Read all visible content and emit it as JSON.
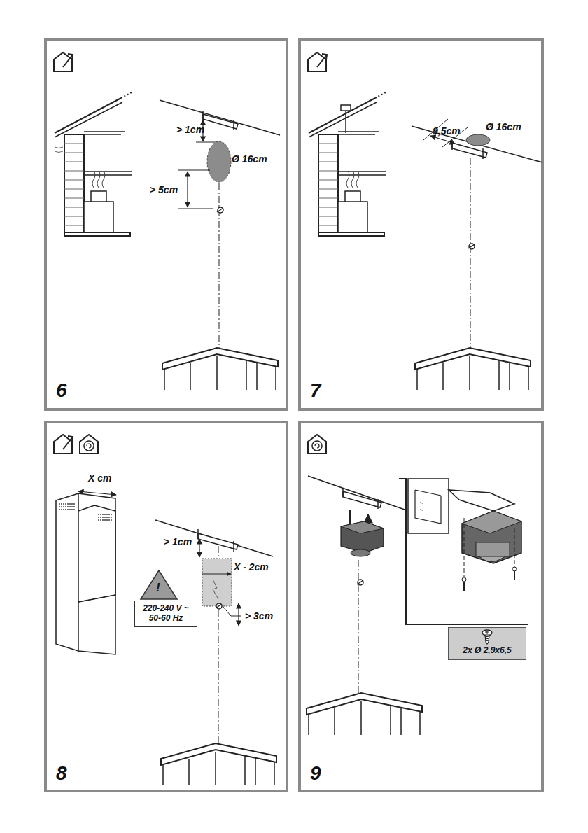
{
  "diagram": {
    "nodes": [
      {
        "text": [
          "220-240 V ~ 50-60 Hz"
        ]
      },
      {
        "text": [
          "2x Ø 2,9x6,5"
        ]
      }
    ],
    "labels": [
      "6",
      "> 1cm",
      "Ø 16cm",
      "> 5cm",
      "7",
      "9,5cm",
      "Ø 16cm",
      "8",
      "X cm",
      "> 1cm",
      "X - 2cm",
      "!",
      "> 3cm",
      "9"
    ]
  }
}
